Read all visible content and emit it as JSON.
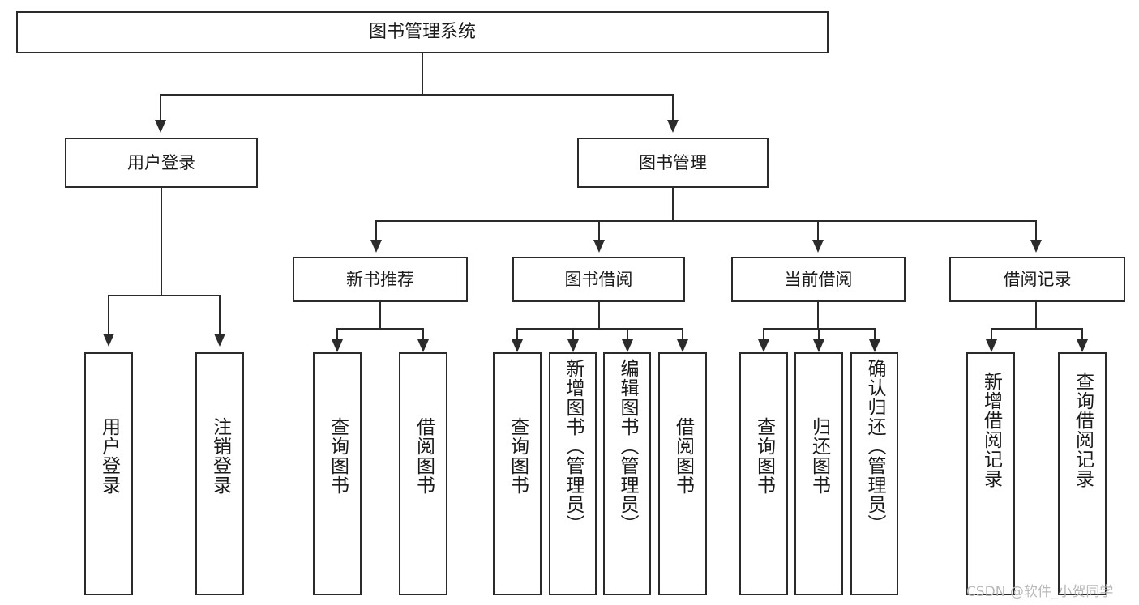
{
  "diagram": {
    "type": "tree-hierarchy",
    "title": "图书管理系统",
    "levels": 4,
    "root": {
      "id": "root",
      "label": "图书管理系统"
    },
    "level2": [
      {
        "id": "user-login",
        "label": "用户登录"
      },
      {
        "id": "book-manage",
        "label": "图书管理"
      }
    ],
    "level3": [
      {
        "id": "new-book-recommend",
        "label": "新书推荐",
        "parent": "book-manage"
      },
      {
        "id": "book-borrow",
        "label": "图书借阅",
        "parent": "book-manage"
      },
      {
        "id": "current-borrow",
        "label": "当前借阅",
        "parent": "book-manage"
      },
      {
        "id": "borrow-record",
        "label": "借阅记录",
        "parent": "book-manage"
      }
    ],
    "leaves": {
      "user-login": [
        {
          "id": "leaf-user-login",
          "label": "用户登录"
        },
        {
          "id": "leaf-logout",
          "label": "注销登录"
        }
      ],
      "new-book-recommend": [
        {
          "id": "leaf-query-book-1",
          "label": "查询图书"
        },
        {
          "id": "leaf-borrow-book-1",
          "label": "借阅图书"
        }
      ],
      "book-borrow": [
        {
          "id": "leaf-query-book-2",
          "label": "查询图书"
        },
        {
          "id": "leaf-add-book",
          "label": "新增图书（管理员）"
        },
        {
          "id": "leaf-edit-book",
          "label": "编辑图书（管理员）"
        },
        {
          "id": "leaf-borrow-book-2",
          "label": "借阅图书"
        }
      ],
      "current-borrow": [
        {
          "id": "leaf-query-book-3",
          "label": "查询图书"
        },
        {
          "id": "leaf-return-book",
          "label": "归还图书"
        },
        {
          "id": "leaf-confirm-return",
          "label": "确认归还（管理员）"
        }
      ],
      "borrow-record": [
        {
          "id": "leaf-add-record",
          "label": "新增借阅记录"
        },
        {
          "id": "leaf-query-record",
          "label": "查询借阅记录"
        }
      ]
    }
  },
  "watermark": {
    "text": "CSDN @软件_小贺同学"
  },
  "colors": {
    "border": "#2b2b2b",
    "background": "#ffffff",
    "text": "#1a1a1a",
    "watermark": "#b9b9b9"
  }
}
